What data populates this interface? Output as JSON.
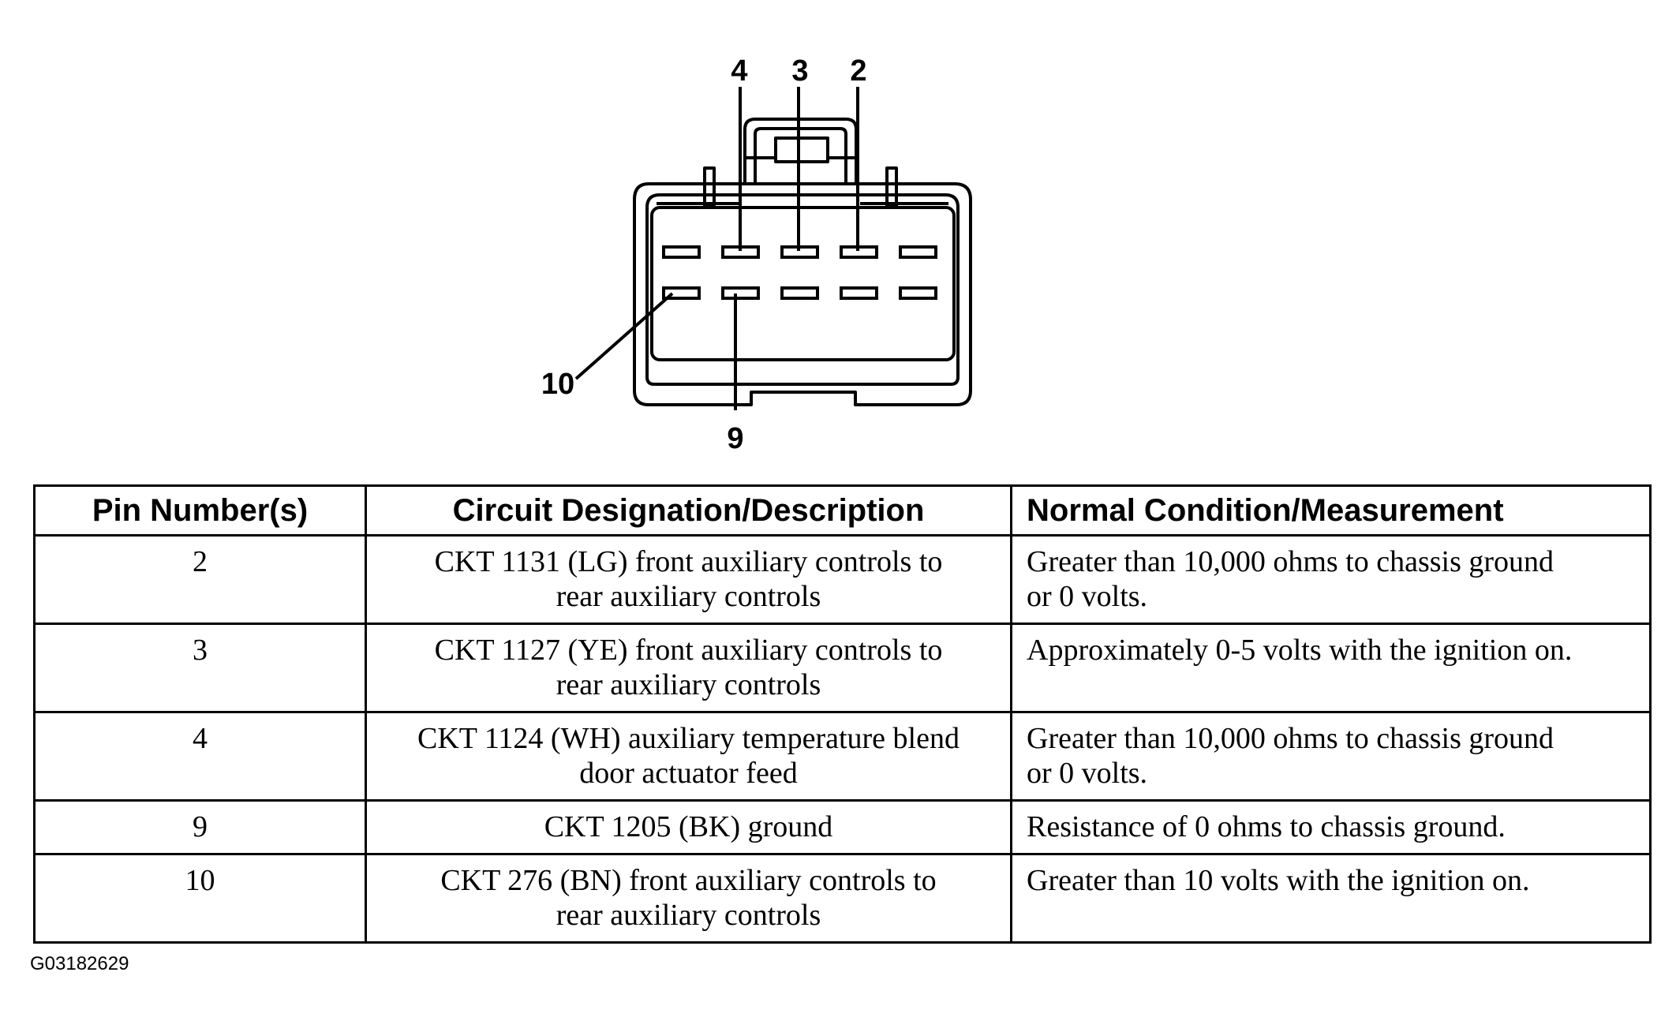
{
  "connector": {
    "labels": {
      "pin4": "4",
      "pin3": "3",
      "pin2": "2",
      "pin10": "10",
      "pin9": "9"
    }
  },
  "table": {
    "headers": {
      "pin": "Pin Number(s)",
      "circuit": "Circuit Designation/Description",
      "condition": "Normal Condition/Measurement"
    },
    "rows": [
      {
        "pin": "2",
        "circuit": [
          "CKT 1131 (LG) front auxiliary controls to",
          "rear auxiliary controls"
        ],
        "condition": [
          "Greater than 10,000 ohms to chassis ground",
          "or 0 volts."
        ]
      },
      {
        "pin": "3",
        "circuit": [
          "CKT 1127 (YE) front auxiliary controls to",
          "rear auxiliary controls"
        ],
        "condition": [
          "Approximately 0-5 volts with the ignition on."
        ]
      },
      {
        "pin": "4",
        "circuit": [
          "CKT 1124 (WH) auxiliary temperature blend",
          "door actuator feed"
        ],
        "condition": [
          "Greater than 10,000 ohms to chassis ground",
          "or 0 volts."
        ]
      },
      {
        "pin": "9",
        "circuit": [
          "CKT 1205 (BK) ground"
        ],
        "condition": [
          "Resistance of 0 ohms to chassis ground."
        ]
      },
      {
        "pin": "10",
        "circuit": [
          "CKT 276 (BN) front auxiliary controls to",
          "rear auxiliary controls"
        ],
        "condition": [
          "Greater than 10 volts with the ignition on."
        ]
      }
    ]
  },
  "figure_id": "G03182629"
}
